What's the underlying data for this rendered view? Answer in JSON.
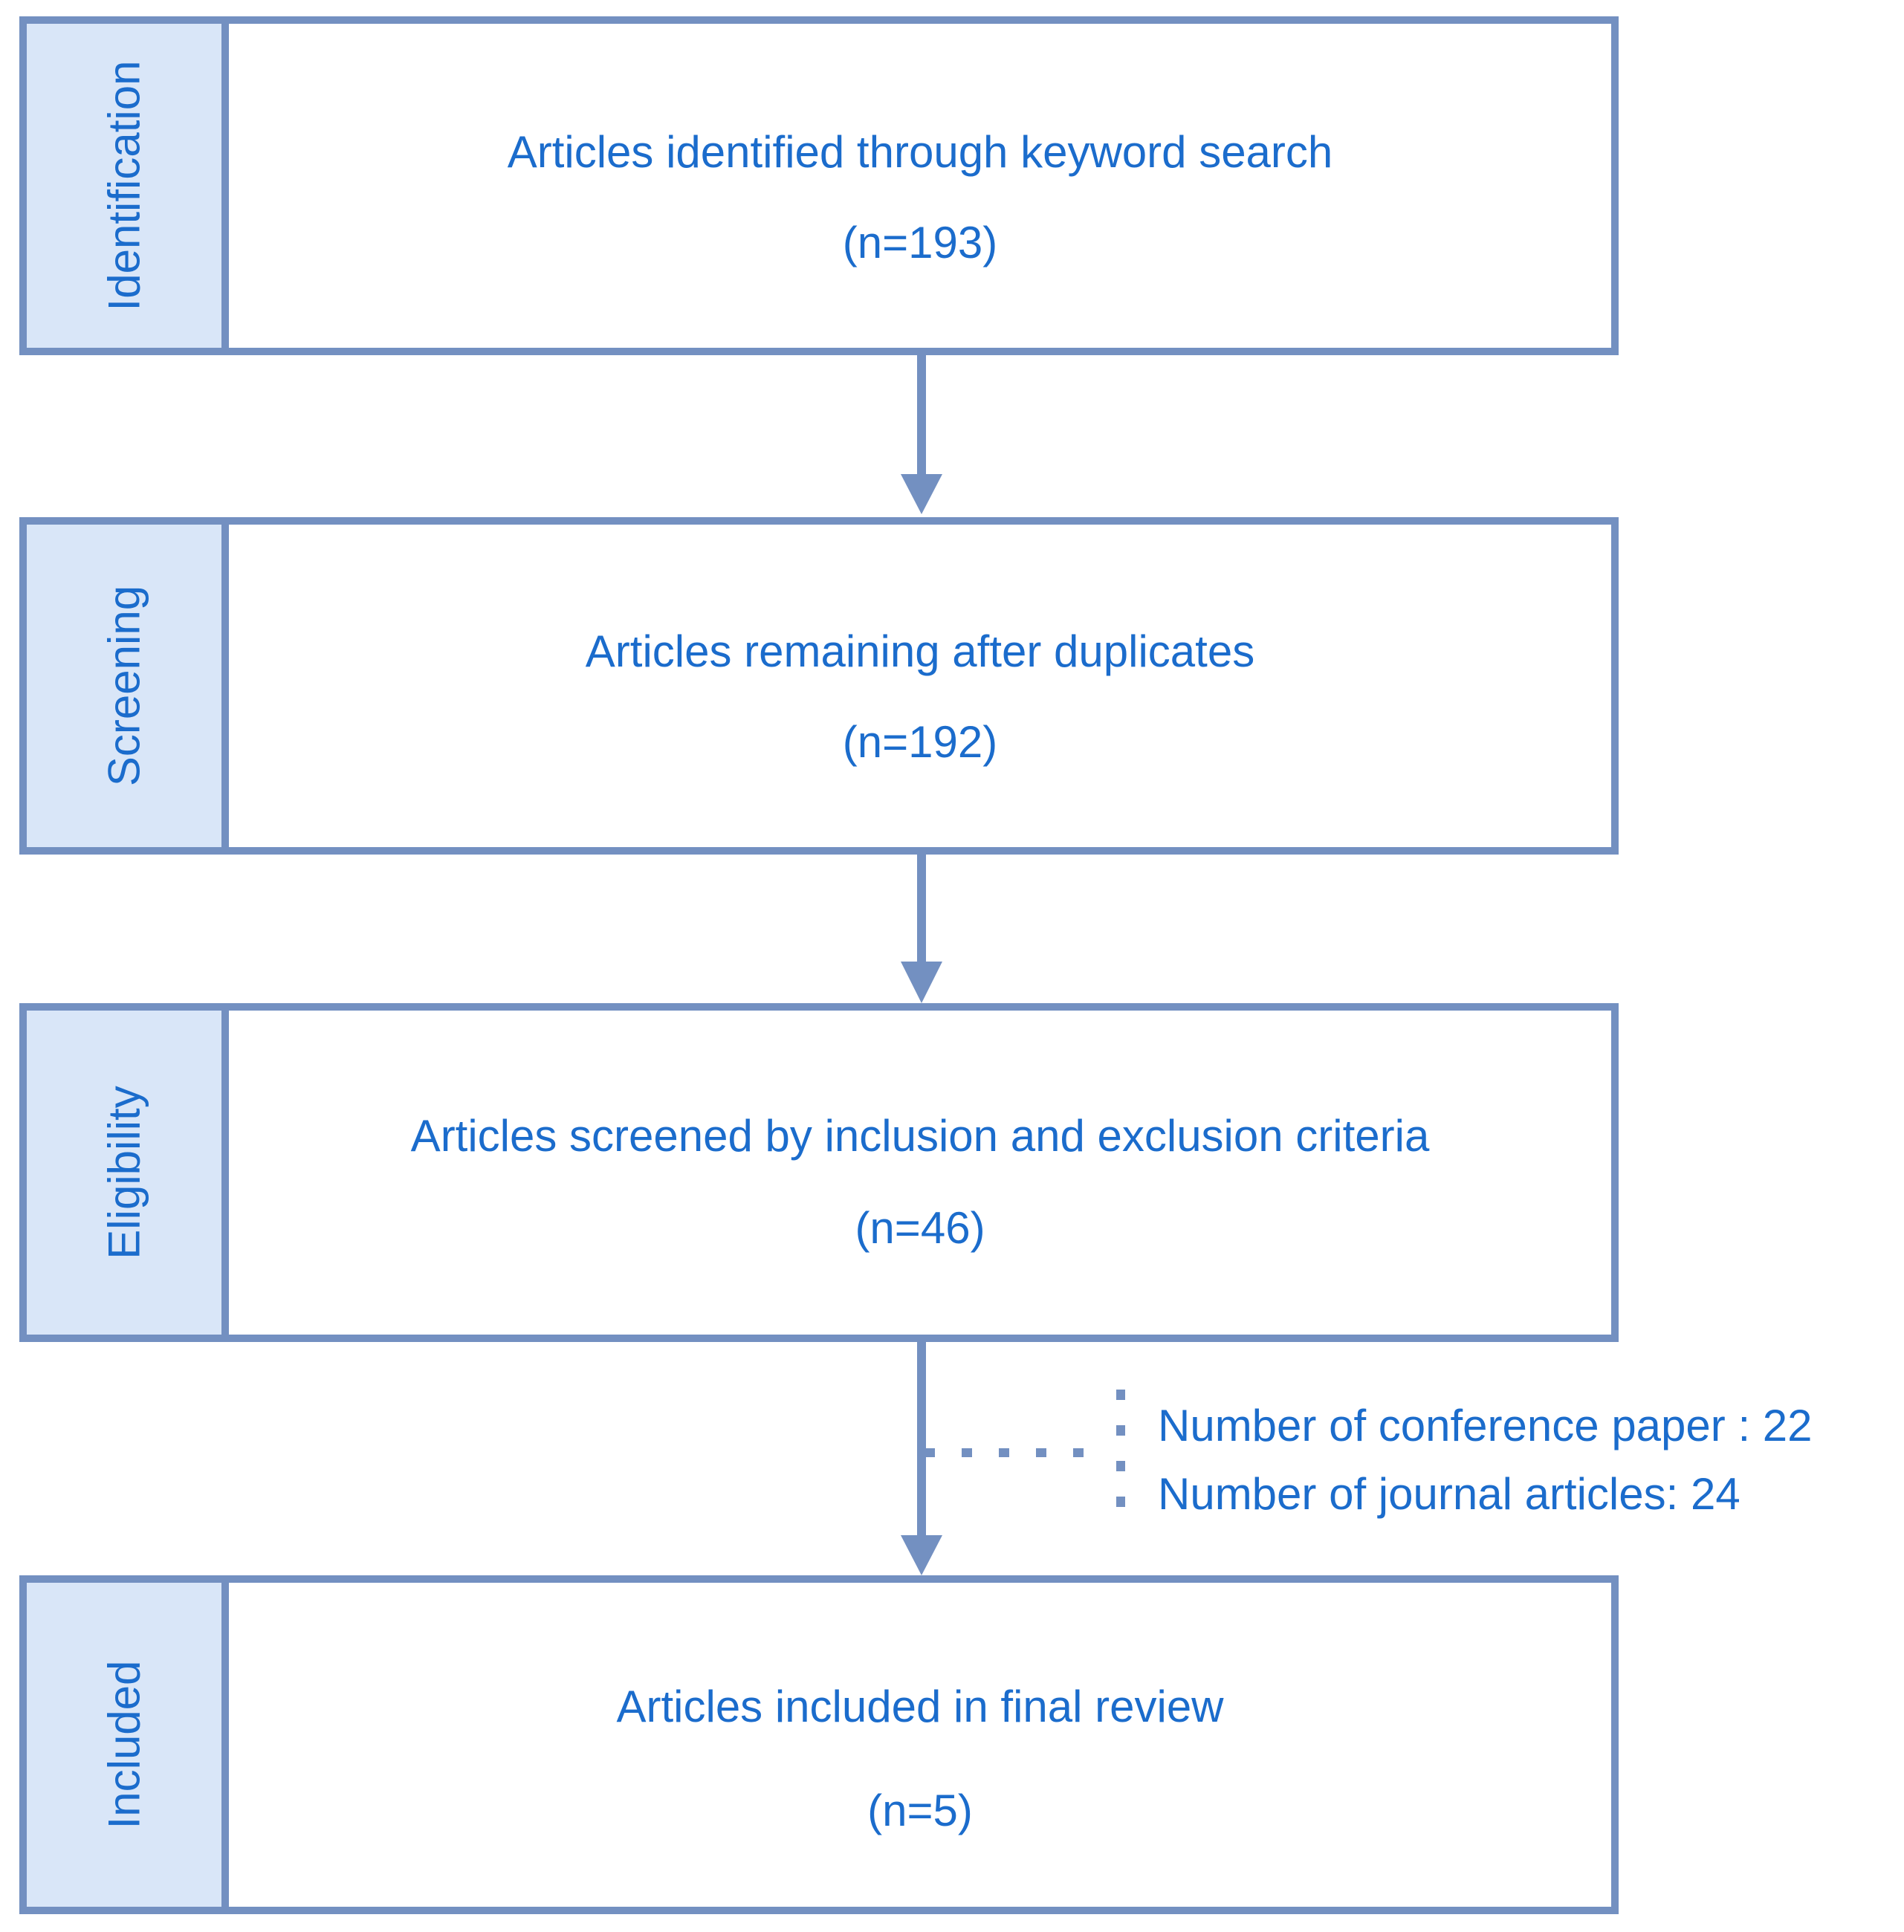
{
  "diagram": {
    "stages": [
      {
        "label": "Identification",
        "title": "Articles identified through keyword search",
        "count": "(n=193)"
      },
      {
        "label": "Screening",
        "title": "Articles remaining after duplicates",
        "count": "(n=192)"
      },
      {
        "label": "Eligibility",
        "title": "Articles screened by inclusion and exclusion criteria",
        "count": "(n=46)"
      },
      {
        "label": "Included",
        "title": "Articles included in final review",
        "count": "(n=5)"
      }
    ],
    "side_notes": [
      "Number of conference paper : 22",
      "Number of journal articles: 24"
    ]
  },
  "colors": {
    "border": "#7390c1",
    "label_fill": "#d9e6f8",
    "text": "#1b6ccc"
  }
}
